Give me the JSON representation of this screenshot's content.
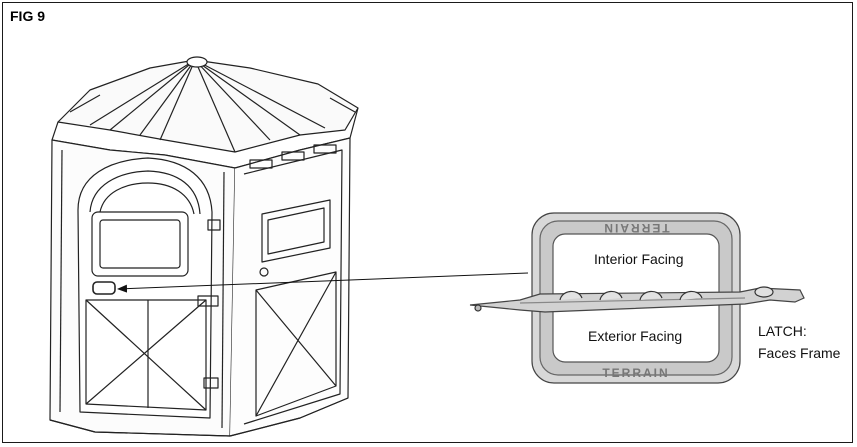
{
  "figure": {
    "label": "FIG 9"
  },
  "callouts": {
    "interior": "Interior Facing",
    "exterior": "Exterior Facing",
    "latch_title": "LATCH:",
    "latch_desc": "Faces Frame"
  },
  "latch_part": {
    "brand_top": "TERRAIN",
    "brand_bottom": "TERRAIN"
  }
}
